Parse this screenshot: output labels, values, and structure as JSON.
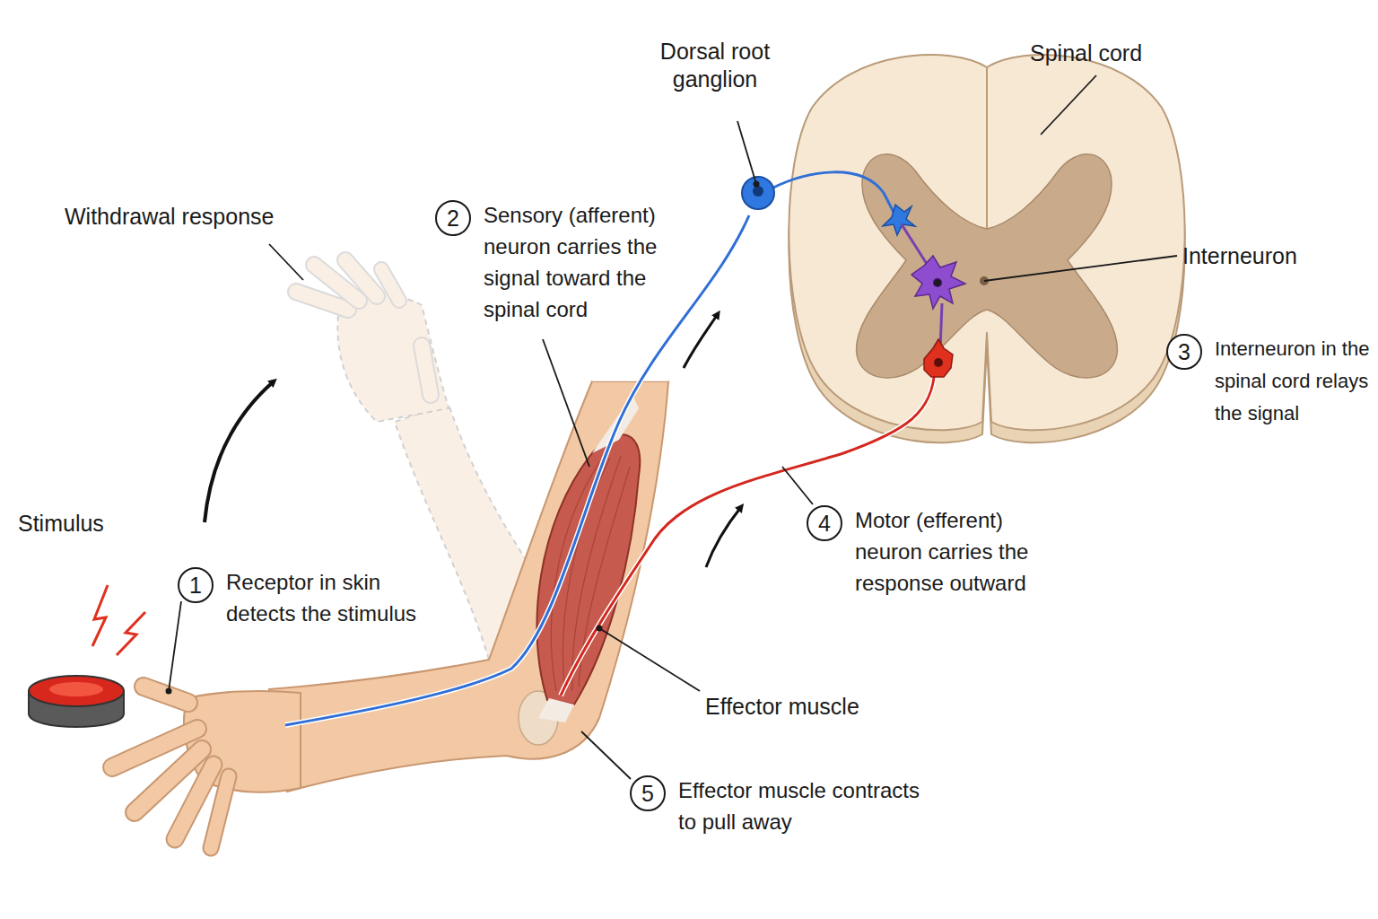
{
  "diagram": {
    "nodes": [
      {
        "text": [
          "1",
          "Receptor in skin detects the stimulus"
        ]
      },
      {
        "text": [
          "2",
          "Sensory (afferent) neuron carries the signal toward the spinal cord"
        ]
      },
      {
        "text": [
          "3",
          "Interneuron in the spinal cord relays the signal"
        ]
      },
      {
        "text": [
          "4",
          "Motor (efferent) neuron carries the response outward"
        ]
      },
      {
        "text": [
          "5",
          "Effector muscle contracts to pull away"
        ]
      }
    ],
    "labels": [
      "Withdrawal response",
      "Stimulus",
      "Dorsal root ganglion",
      "Spinal cord",
      "Interneuron",
      "Effector muscle"
    ]
  }
}
